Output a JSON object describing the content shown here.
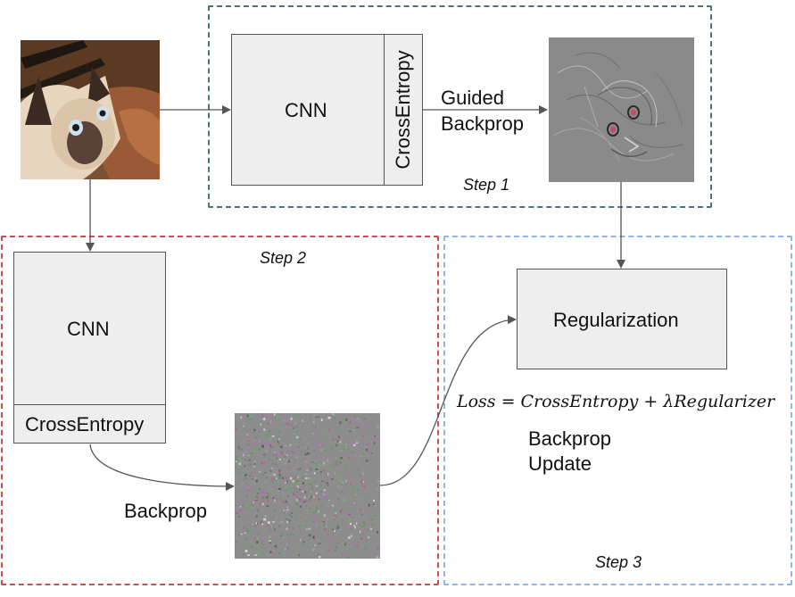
{
  "steps": {
    "step1": "Step 1",
    "step2": "Step 2",
    "step3": "Step 3"
  },
  "step1": {
    "model_label": "CNN",
    "loss_label": "CrossEntropy",
    "arrow_label_line1": "Guided",
    "arrow_label_line2": "Backprop"
  },
  "step2": {
    "model_label": "CNN",
    "loss_label": "CrossEntropy",
    "backprop_label": "Backprop"
  },
  "step3": {
    "regularization_label": "Regularization",
    "formula": "Loss = CrossEntropy + λRegularizer",
    "action_line1": "Backprop",
    "action_line2": "Update"
  },
  "colors": {
    "step1_border": "#47737f",
    "step2_border": "#cc4f4f",
    "step3_border": "#8eb4ec",
    "box_fill": "#eeeeee",
    "arrow": "#555555"
  }
}
